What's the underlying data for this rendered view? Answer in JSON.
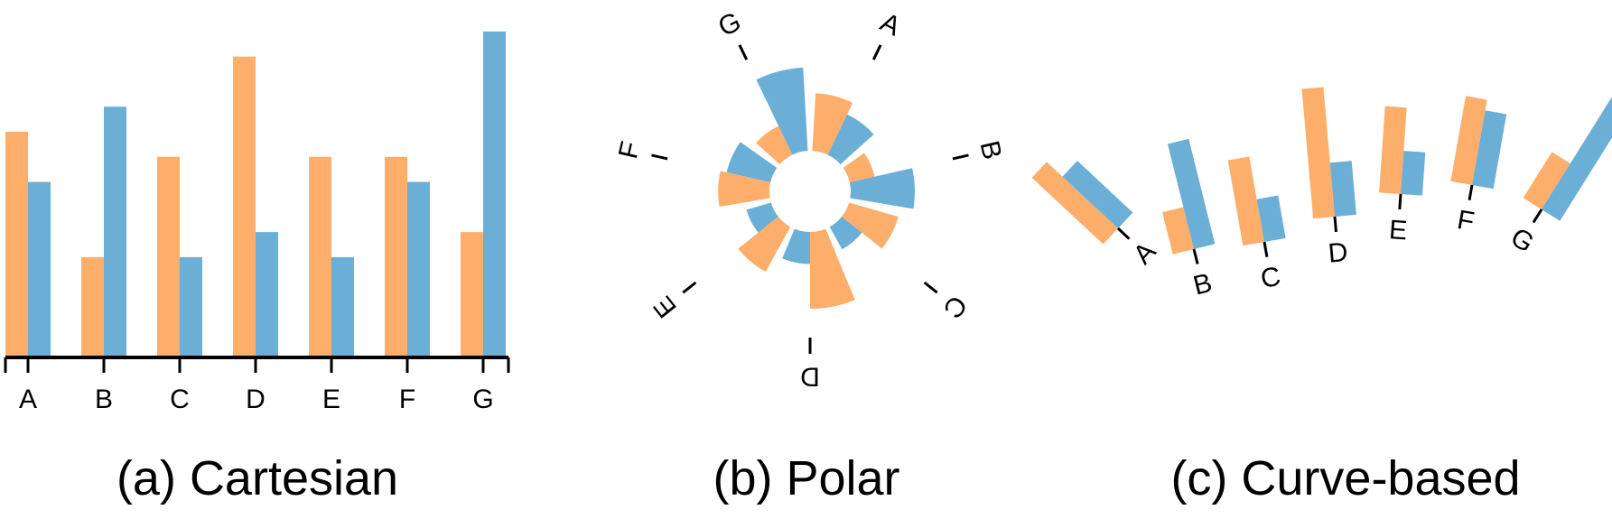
{
  "colors": {
    "series_a": "#fdae6b",
    "series_b": "#6baed6",
    "axis": "#000000"
  },
  "chart_data": [
    {
      "type": "bar",
      "layout": "cartesian",
      "caption": "(a) Cartesian",
      "categories": [
        "A",
        "B",
        "C",
        "D",
        "E",
        "F",
        "G"
      ],
      "series": [
        {
          "values": [
            9,
            4,
            8,
            12,
            8,
            8,
            5
          ]
        },
        {
          "values": [
            7,
            10,
            4,
            5,
            4,
            7,
            13
          ]
        }
      ],
      "ylim": [
        0,
        13.5
      ],
      "grid": false
    },
    {
      "type": "bar",
      "layout": "polar",
      "caption": "(b) Polar",
      "categories": [
        "A",
        "B",
        "C",
        "D",
        "E",
        "F",
        "G"
      ],
      "series": [
        {
          "values": [
            9,
            4,
            8,
            12,
            8,
            8,
            5
          ]
        },
        {
          "values": [
            7,
            10,
            4,
            5,
            4,
            7,
            13
          ]
        }
      ],
      "grid": false
    },
    {
      "type": "bar",
      "layout": "curve-based",
      "caption": "(c) Curve-based",
      "categories": [
        "A",
        "B",
        "C",
        "D",
        "E",
        "F",
        "G"
      ],
      "series": [
        {
          "values": [
            9,
            4,
            8,
            12,
            8,
            8,
            5
          ]
        },
        {
          "values": [
            7,
            10,
            4,
            5,
            4,
            7,
            13
          ]
        }
      ],
      "grid": false
    }
  ]
}
